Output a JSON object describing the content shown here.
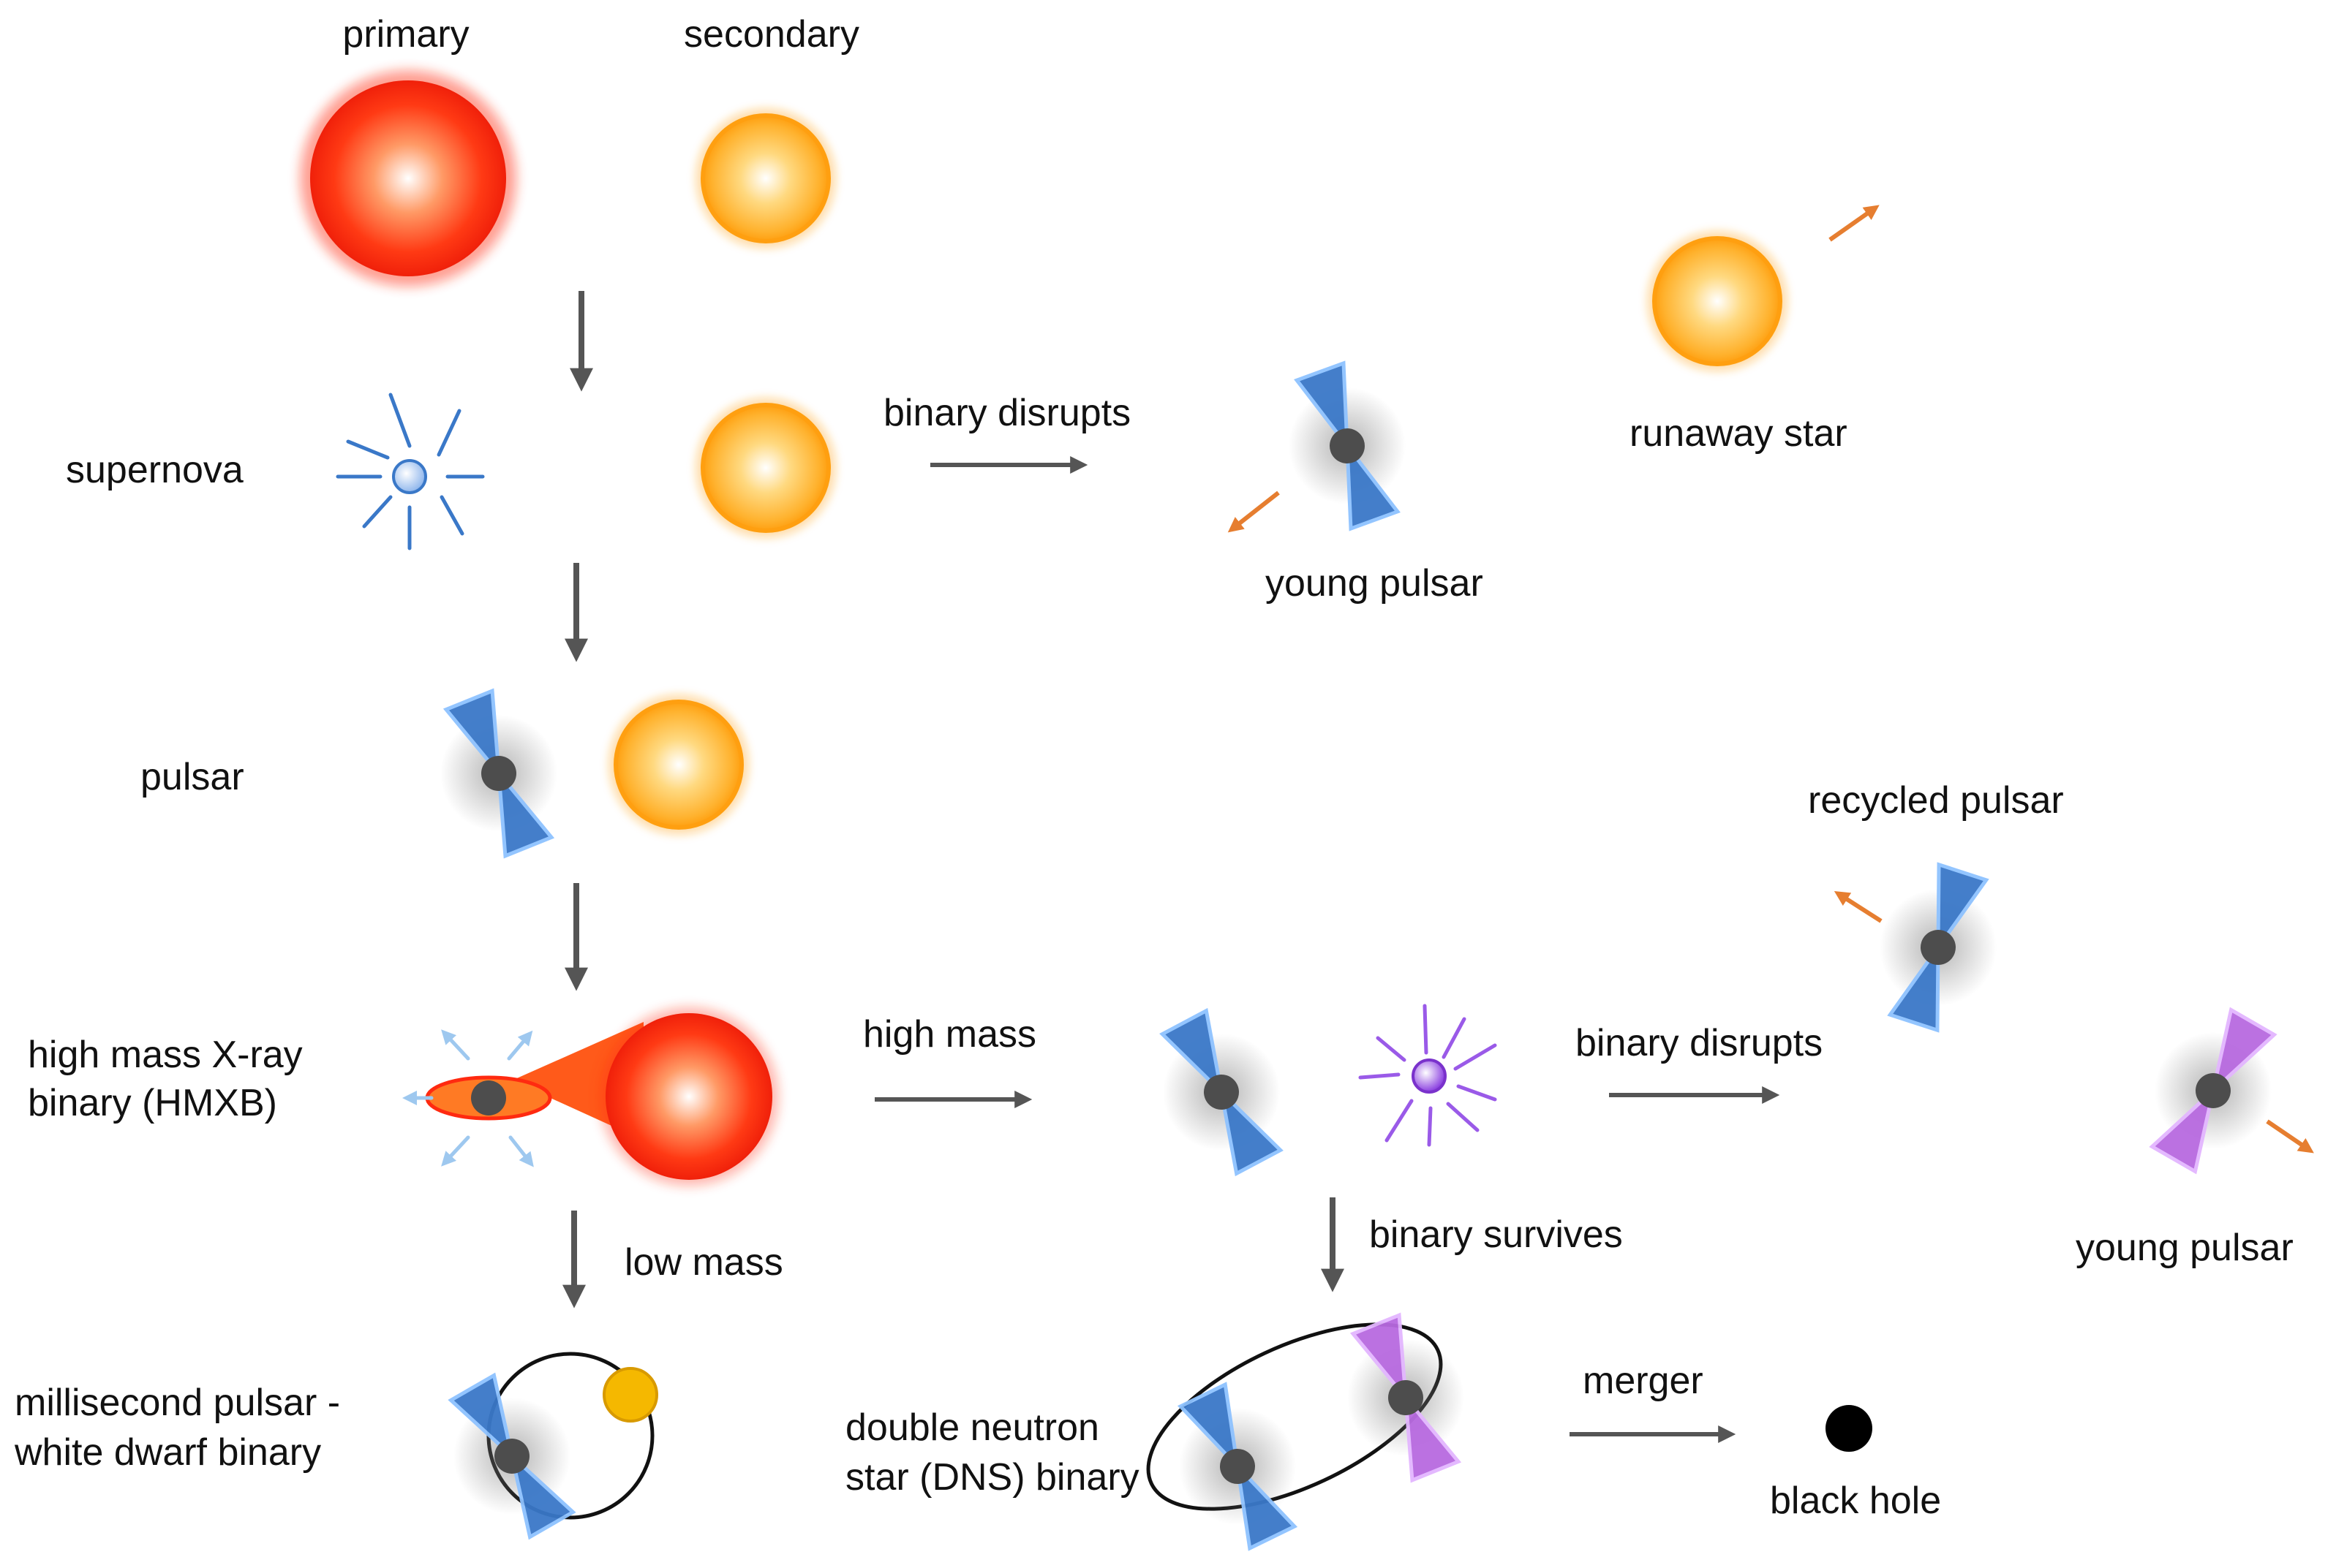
{
  "labels": {
    "primary": "primary",
    "secondary": "secondary",
    "supernova": "supernova",
    "binary_disrupts_top": "binary disrupts",
    "young_pulsar_top": "young pulsar",
    "runaway_star": "runaway star",
    "pulsar": "pulsar",
    "hmxb_line1": "high mass X-ray",
    "hmxb_line2": "binary (HMXB)",
    "high_mass": "high mass",
    "binary_disrupts_bottom": "binary disrupts",
    "recycled_pulsar": "recycled pulsar",
    "young_pulsar_bottom": "young pulsar",
    "low_mass": "low mass",
    "binary_survives": "binary survives",
    "msp_line1": "millisecond pulsar -",
    "msp_line2": "white dwarf binary",
    "dns_line1": "double neutron",
    "dns_line2": "star (DNS) binary",
    "merger": "merger",
    "black_hole": "black hole"
  },
  "colors": {
    "arrow": "#555555",
    "pulsar_beam": "#3a78c8",
    "young_beam": "#b86ae0",
    "velocity_arrow": "#e67e30",
    "neutron_star": "#4d4d4d",
    "primary_star": "#ff2a10",
    "secondary_star": "#ffb020",
    "white_dwarf": "#f5b800",
    "black_hole": "#000000",
    "xray_arrow": "#9ec8ef"
  },
  "icons": [
    "primary-star",
    "secondary-star",
    "supernova-burst",
    "pulsar-beam",
    "velocity-arrow",
    "accretion-disk",
    "orbit",
    "white-dwarf",
    "black-hole"
  ]
}
